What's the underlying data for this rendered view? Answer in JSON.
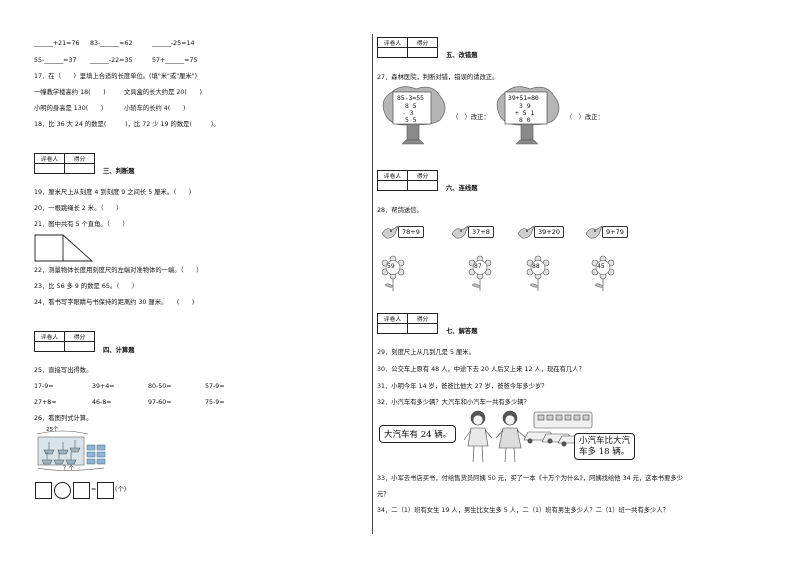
{
  "left": {
    "q16_line1": [
      "______+21=76",
      "83-______=62",
      "______-25=14"
    ],
    "q16_line2": [
      "55-______=37",
      "______-22=35",
      "57+______=75"
    ],
    "q17": "17．在（　　）里填上合适的长度单位。(填\"米\"或\"厘米\")",
    "q17_a": "一幢教学楼高约 18(　　)",
    "q17_b": "文具盒的长大约是 20(　　)",
    "q17_c": "小明的身高是 130(　　)",
    "q17_d": "小轿车的长约 4(　　)",
    "q18": "18．比 36 大 24 的数是(　　　)，比 72 少 19 的数是(　　　)。",
    "score_header": [
      "评卷人",
      "得分"
    ],
    "sec3": "三、判断题",
    "q19": "19．厘米尺上从刻度 4 到刻度 9 之间长 5 厘米。（　　）",
    "q20": "20．一根跳绳长 2 米。（　　）",
    "q21": "21．图中共有 5 个直角。（　　）",
    "q22": "22．测量物体长度用刻度尺的左端对准物体的一端。（　　）",
    "q23": "23．比 56 多 9 的数是 65。（　　）",
    "q24": "24．看书写字眼睛与书保持的距离约 30 厘米。　　(　　)",
    "sec4": "四、计算题",
    "q25": "25．直接写出得数。",
    "calc_row1": [
      "17-9=",
      "39+4=",
      "80-50=",
      "57-9="
    ],
    "calc_row2": [
      "27+8=",
      "46-8=",
      "97-60=",
      "75-9="
    ],
    "q26": "26．看图列式计算。",
    "label_25": "25个",
    "label_q": "？个",
    "unit": "(个)"
  },
  "right": {
    "sec5": "五、改错题",
    "q27": "27．森林医院，判断对错，错误的请改正。",
    "tree1_lines": [
      "85-3=55",
      "8 5",
      "- 3",
      "5 5"
    ],
    "tree2_lines": [
      "39+51=80",
      "3 9",
      "+ 5 1",
      "8 0"
    ],
    "fix_label": "（　）改正：",
    "sec6": "六、连线题",
    "q28": "28．帮鸽送信。",
    "cards": [
      "78+9",
      "37+8",
      "39+20",
      "9+79"
    ],
    "flowers": [
      "59",
      "87",
      "88",
      "45"
    ],
    "sec7": "七、解答题",
    "q29": "29．刻度尺上从几到几是 5 厘米。",
    "q30": "30．公交车上原有 48 人，中途下去 20 人后又上来 12 人，现在有几人？",
    "q31": "31．小明今年 14 岁，爸爸比他大 27 岁，爸爸今年多少岁？",
    "q32": "32．小汽车有多少辆？大汽车和小汽车一共有多少辆？",
    "bubble1": "大汽车有 24 辆。",
    "bubble2_line1": "小汽车比大汽",
    "bubble2_line2": "车多 18 辆。",
    "q33_line1": "33．小军去书店买书，付给售货员阿姨 50 元，买了一本《十万个为什么》，阿姨找给他 34 元，这本书要多少",
    "q33_line2": "元？",
    "q34": "34．二（1）班有女生 19 人，男生比女生多 5 人，二（1）班有男生多少人？二（1）班一共有多少人？"
  },
  "colors": {
    "ink": "#111111",
    "tree_green": "#9a9a9a",
    "shade": "#c8c8c8"
  }
}
